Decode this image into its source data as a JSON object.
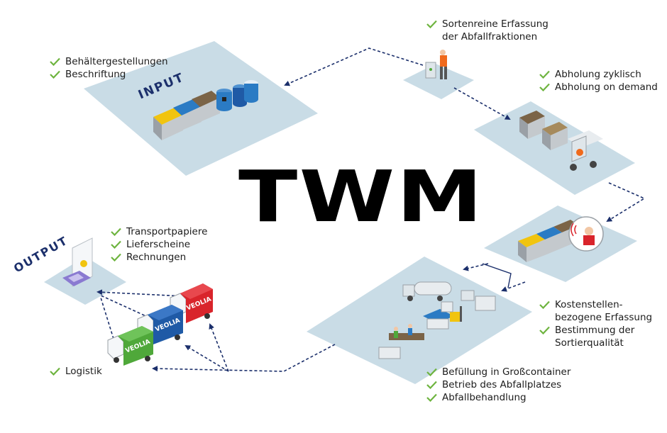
{
  "title": "TWM",
  "stages": {
    "input": {
      "label": "INPUT",
      "checks": [
        "Behältergestellungen",
        "Beschriftung"
      ]
    },
    "collection": {
      "checks": [
        "Sortenreine Erfassung",
        "der Abfallfraktionen"
      ]
    },
    "pickup": {
      "checks": [
        "Abholung zyklisch",
        "Abholung on demand"
      ]
    },
    "accounting": {
      "checks": [
        "Kostenstellen-",
        "bezogene Erfassung",
        "Bestimmung der",
        "Sortierqualität"
      ]
    },
    "processing": {
      "checks": [
        "Befüllung in Großcontainer",
        "Betrieb des Abfallplatzes",
        "Abfallbehandlung"
      ]
    },
    "logistics": {
      "checks": [
        "Logistik"
      ]
    },
    "output": {
      "label": "OUTPUT",
      "checks": [
        "Transportpapiere",
        "Lieferscheine",
        "Rechnungen"
      ]
    }
  },
  "trucks": [
    "VEOLIA",
    "VEOLIA",
    "VEOLIA"
  ],
  "colors": {
    "platform": "#c9dce6",
    "platform_side": "#a7c2d0",
    "arrow": "#1b2f6b",
    "check": "#6eb43f",
    "bin_yellow": "#f1c40f",
    "bin_blue": "#2b7bc4",
    "bin_brown": "#7b6447",
    "truck_red": "#d9242b",
    "truck_blue": "#1f5aa6",
    "truck_green": "#4fa83a"
  }
}
